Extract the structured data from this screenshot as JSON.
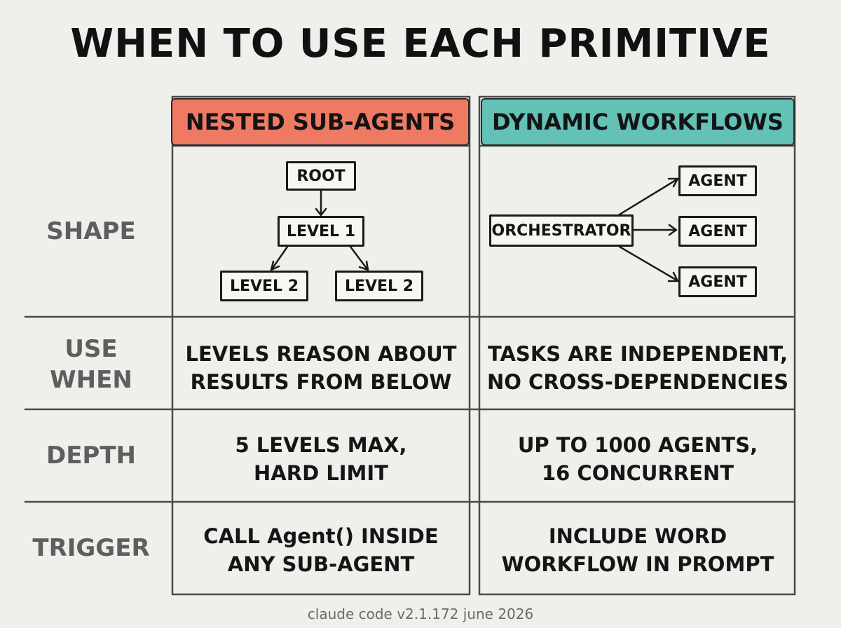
{
  "title": "WHEN TO USE EACH PRIMITIVE",
  "columns": [
    {
      "label": "NESTED SUB-AGENTS",
      "color": "#ef7a64"
    },
    {
      "label": "DYNAMIC WORKFLOWS",
      "color": "#63c1b6"
    }
  ],
  "rows": [
    {
      "label_lines": [
        "SHAPE"
      ]
    },
    {
      "label_lines": [
        "USE",
        "WHEN"
      ],
      "left": [
        "LEVELS REASON ABOUT",
        "RESULTS FROM BELOW"
      ],
      "right": [
        "TASKS ARE INDEPENDENT,",
        "NO CROSS-DEPENDENCIES"
      ]
    },
    {
      "label_lines": [
        "DEPTH"
      ],
      "left": [
        "5 LEVELS MAX,",
        "HARD LIMIT"
      ],
      "right": [
        "UP TO 1000 AGENTS,",
        "16 CONCURRENT"
      ]
    },
    {
      "label_lines": [
        "TRIGGER"
      ],
      "left": [
        "CALL Agent() INSIDE",
        "ANY SUB-AGENT"
      ],
      "right": [
        "INCLUDE WORD",
        "WORKFLOW IN PROMPT"
      ]
    }
  ],
  "nested_diagram": {
    "root": "ROOT",
    "level1": "LEVEL 1",
    "level2": [
      "LEVEL 2",
      "LEVEL 2"
    ]
  },
  "workflow_diagram": {
    "orchestrator": "ORCHESTRATOR",
    "agents": [
      "AGENT",
      "AGENT",
      "AGENT"
    ]
  },
  "footer": "claude code v2.1.172 june 2026"
}
